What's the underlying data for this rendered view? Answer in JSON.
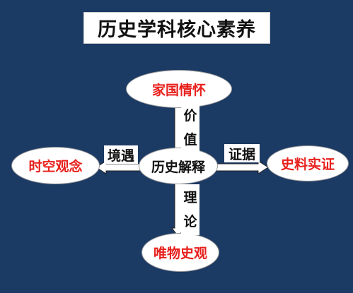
{
  "title": "历史学科核心素养",
  "center": "历史解释",
  "nodes": {
    "top": "家国情怀",
    "left": "时空观念",
    "right": "史料实证",
    "bottom": "唯物史观"
  },
  "edge_labels": {
    "top": [
      "价",
      "值"
    ],
    "left": "境遇",
    "right": "证据",
    "bottom": [
      "理",
      "论"
    ]
  },
  "colors": {
    "background": "#1b3a64",
    "node_text": "#e8201c",
    "center_text": "#111111"
  }
}
